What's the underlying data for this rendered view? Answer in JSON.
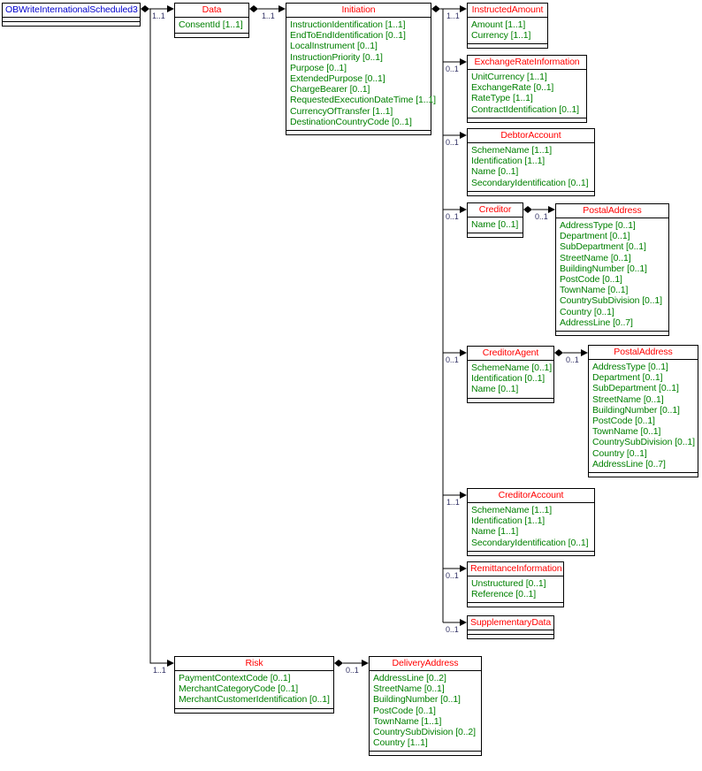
{
  "diagram": {
    "colors": {
      "root_title": "#0000cc",
      "node_title": "#ff0000",
      "attribute_text": "#008000",
      "connector": "#000000",
      "cardinality_text": "#333366",
      "background": "#ffffff"
    },
    "root": {
      "title": "OBWriteInternationalScheduled3"
    },
    "nodes": {
      "data": {
        "title": "Data",
        "attrs": [
          "ConsentId [1..1]"
        ]
      },
      "initiation": {
        "title": "Initiation",
        "attrs": [
          "InstructionIdentification [1..1]",
          "EndToEndIdentification [0..1]",
          "LocalInstrument [0..1]",
          "InstructionPriority [0..1]",
          "Purpose [0..1]",
          "ExtendedPurpose [0..1]",
          "ChargeBearer [0..1]",
          "RequestedExecutionDateTime [1..1]",
          "CurrencyOfTransfer [1..1]",
          "DestinationCountryCode [0..1]"
        ]
      },
      "instructed_amount": {
        "title": "InstructedAmount",
        "attrs": [
          "Amount [1..1]",
          "Currency [1..1]"
        ]
      },
      "exchange_rate_information": {
        "title": "ExchangeRateInformation",
        "attrs": [
          "UnitCurrency [1..1]",
          "ExchangeRate [0..1]",
          "RateType [1..1]",
          "ContractIdentification [0..1]"
        ]
      },
      "debtor_account": {
        "title": "DebtorAccount",
        "attrs": [
          "SchemeName [1..1]",
          "Identification [1..1]",
          "Name [0..1]",
          "SecondaryIdentification [0..1]"
        ]
      },
      "creditor": {
        "title": "Creditor",
        "attrs": [
          "Name [0..1]"
        ]
      },
      "creditor_postal_address": {
        "title": "PostalAddress",
        "attrs": [
          "AddressType [0..1]",
          "Department [0..1]",
          "SubDepartment [0..1]",
          "StreetName [0..1]",
          "BuildingNumber [0..1]",
          "PostCode [0..1]",
          "TownName [0..1]",
          "CountrySubDivision [0..1]",
          "Country [0..1]",
          "AddressLine [0..7]"
        ]
      },
      "creditor_agent": {
        "title": "CreditorAgent",
        "attrs": [
          "SchemeName [0..1]",
          "Identification [0..1]",
          "Name [0..1]"
        ]
      },
      "creditor_agent_postal_address": {
        "title": "PostalAddress",
        "attrs": [
          "AddressType [0..1]",
          "Department [0..1]",
          "SubDepartment [0..1]",
          "StreetName [0..1]",
          "BuildingNumber [0..1]",
          "PostCode [0..1]",
          "TownName [0..1]",
          "CountrySubDivision [0..1]",
          "Country [0..1]",
          "AddressLine [0..7]"
        ]
      },
      "creditor_account": {
        "title": "CreditorAccount",
        "attrs": [
          "SchemeName [1..1]",
          "Identification [1..1]",
          "Name [1..1]",
          "SecondaryIdentification [0..1]"
        ]
      },
      "remittance_information": {
        "title": "RemittanceInformation",
        "attrs": [
          "Unstructured [0..1]",
          "Reference [0..1]"
        ]
      },
      "supplementary_data": {
        "title": "SupplementaryData",
        "attrs": []
      },
      "risk": {
        "title": "Risk",
        "attrs": [
          "PaymentContextCode [0..1]",
          "MerchantCategoryCode [0..1]",
          "MerchantCustomerIdentification [0..1]"
        ]
      },
      "delivery_address": {
        "title": "DeliveryAddress",
        "attrs": [
          "AddressLine [0..2]",
          "StreetName [0..1]",
          "BuildingNumber [0..1]",
          "PostCode [0..1]",
          "TownName [1..1]",
          "CountrySubDivision [0..2]",
          "Country [1..1]"
        ]
      }
    },
    "cardinalities": {
      "root_data": "1..1",
      "data_initiation": "1..1",
      "initiation_instructed_amount": "1..1",
      "initiation_exchange_rate_information": "0..1",
      "initiation_debtor_account": "0..1",
      "initiation_creditor": "0..1",
      "creditor_postal_address": "0..1",
      "initiation_creditor_agent": "0..1",
      "creditor_agent_postal_address": "0..1",
      "initiation_creditor_account": "1..1",
      "initiation_remittance_information": "0..1",
      "initiation_supplementary_data": "0..1",
      "root_risk": "1..1",
      "risk_delivery_address": "0..1"
    }
  }
}
